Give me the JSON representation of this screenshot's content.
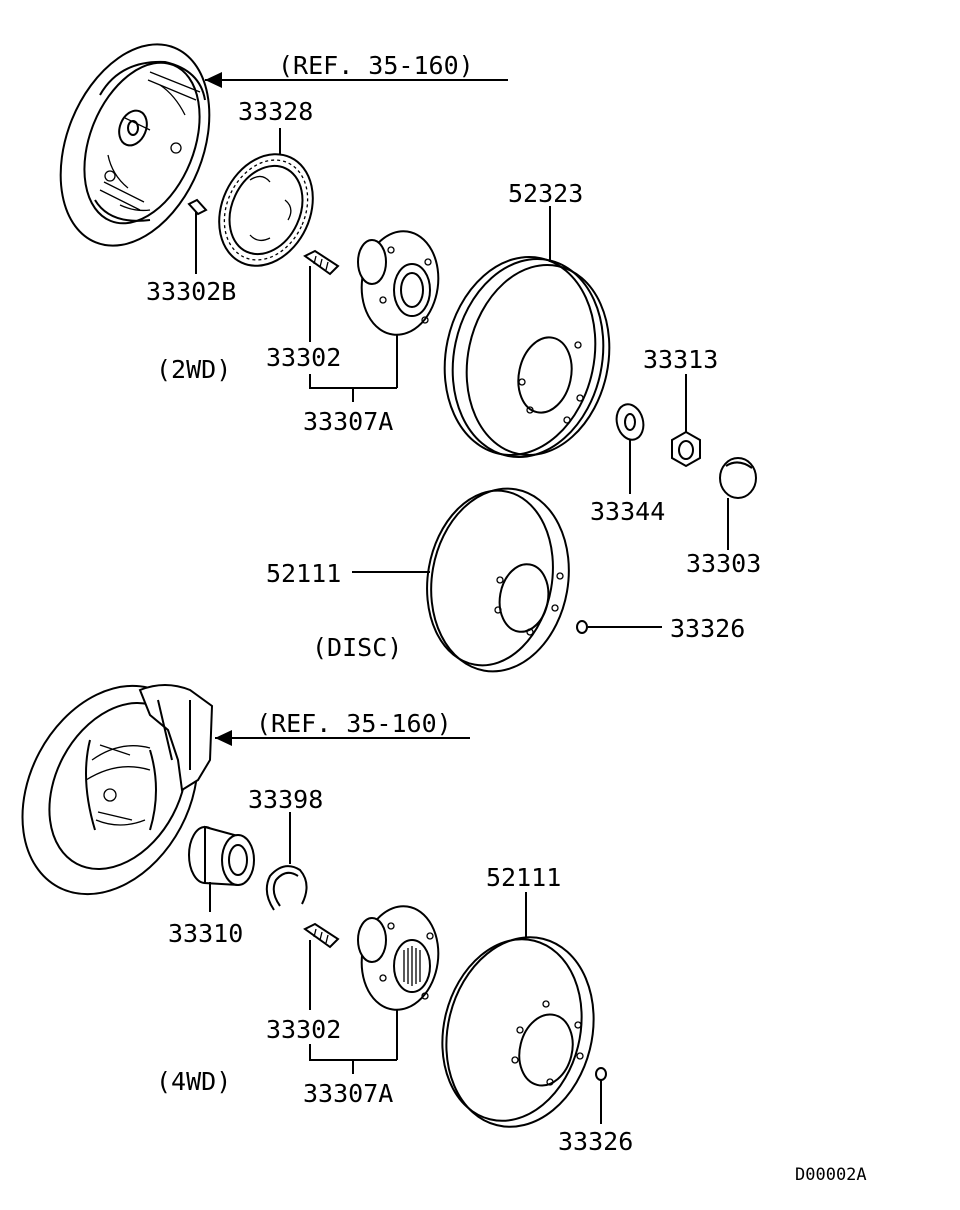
{
  "diagram": {
    "refs": [
      "(REF. 35-160)",
      "(REF. 35-160)"
    ],
    "variants": [
      "(2WD)",
      "(DISC)",
      "(4WD)"
    ],
    "parts": {
      "p33328": "33328",
      "p33302b": "33302B",
      "p33302_top": "33302",
      "p33307a_top": "33307A",
      "p52323": "52323",
      "p33313": "33313",
      "p33344": "33344",
      "p33303": "33303",
      "p52111_top": "52111",
      "p33326_top": "33326",
      "p33398": "33398",
      "p33310": "33310",
      "p33302_bot": "33302",
      "p33307a_bot": "33307A",
      "p52111_bot": "52111",
      "p33326_bot": "33326"
    },
    "drawing_code": "D00002A"
  }
}
